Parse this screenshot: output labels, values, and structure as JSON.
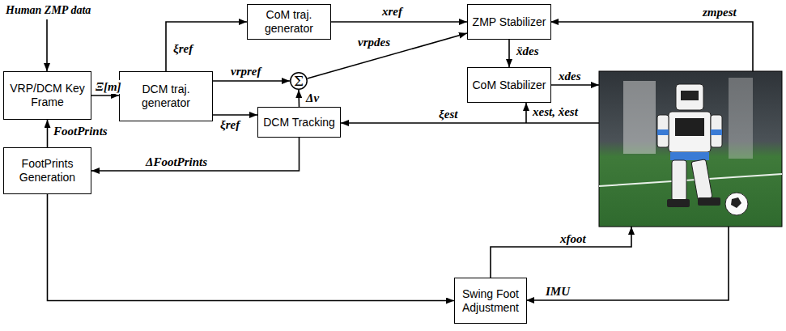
{
  "diagram": {
    "nodes": [
      {
        "text": [
          "VRP/DCM Key Frame"
        ]
      },
      {
        "text": [
          "DCM traj. generator"
        ]
      },
      {
        "text": [
          "CoM traj. generator"
        ]
      },
      {
        "text": [
          "ZMP Stabilizer"
        ]
      },
      {
        "text": [
          "Σ"
        ]
      },
      {
        "text": [
          "CoM Stabilizer"
        ]
      },
      {
        "text": [
          "DCM Tracking"
        ]
      },
      {
        "text": [
          "FootPrints Generation"
        ]
      },
      {
        "text": [
          "Swing Foot Adjustment"
        ]
      }
    ],
    "edges": [
      {
        "from": 0,
        "to": 1,
        "arrow": "to",
        "label": "Ξ[m]"
      },
      {
        "from": 1,
        "to": 2,
        "arrow": "to",
        "label": "ξref"
      },
      {
        "from": 2,
        "to": 3,
        "arrow": "to",
        "label": "xref"
      },
      {
        "from": 1,
        "to": 4,
        "arrow": "to",
        "label": "vrpref"
      },
      {
        "from": 4,
        "to": 3,
        "arrow": "to",
        "label": "vrpdes"
      },
      {
        "from": 1,
        "to": 6,
        "arrow": "to",
        "label": "ξref"
      },
      {
        "from": 6,
        "to": 4,
        "arrow": "to",
        "label": "Δv"
      },
      {
        "from": 3,
        "to": 5,
        "arrow": "to",
        "label": "ẍdes"
      },
      {
        "from": 6,
        "to": 7,
        "arrow": "to",
        "label": "ΔFootPrints"
      },
      {
        "from": 7,
        "to": 0,
        "arrow": "to",
        "label": "FootPrints"
      },
      {
        "from": 7,
        "to": 8,
        "arrow": "to"
      }
    ],
    "labels": [
      "Human ZMP data",
      "zmpest",
      "xdes",
      "ξest",
      "xest, ẋest",
      "xfoot",
      "IMU"
    ]
  }
}
